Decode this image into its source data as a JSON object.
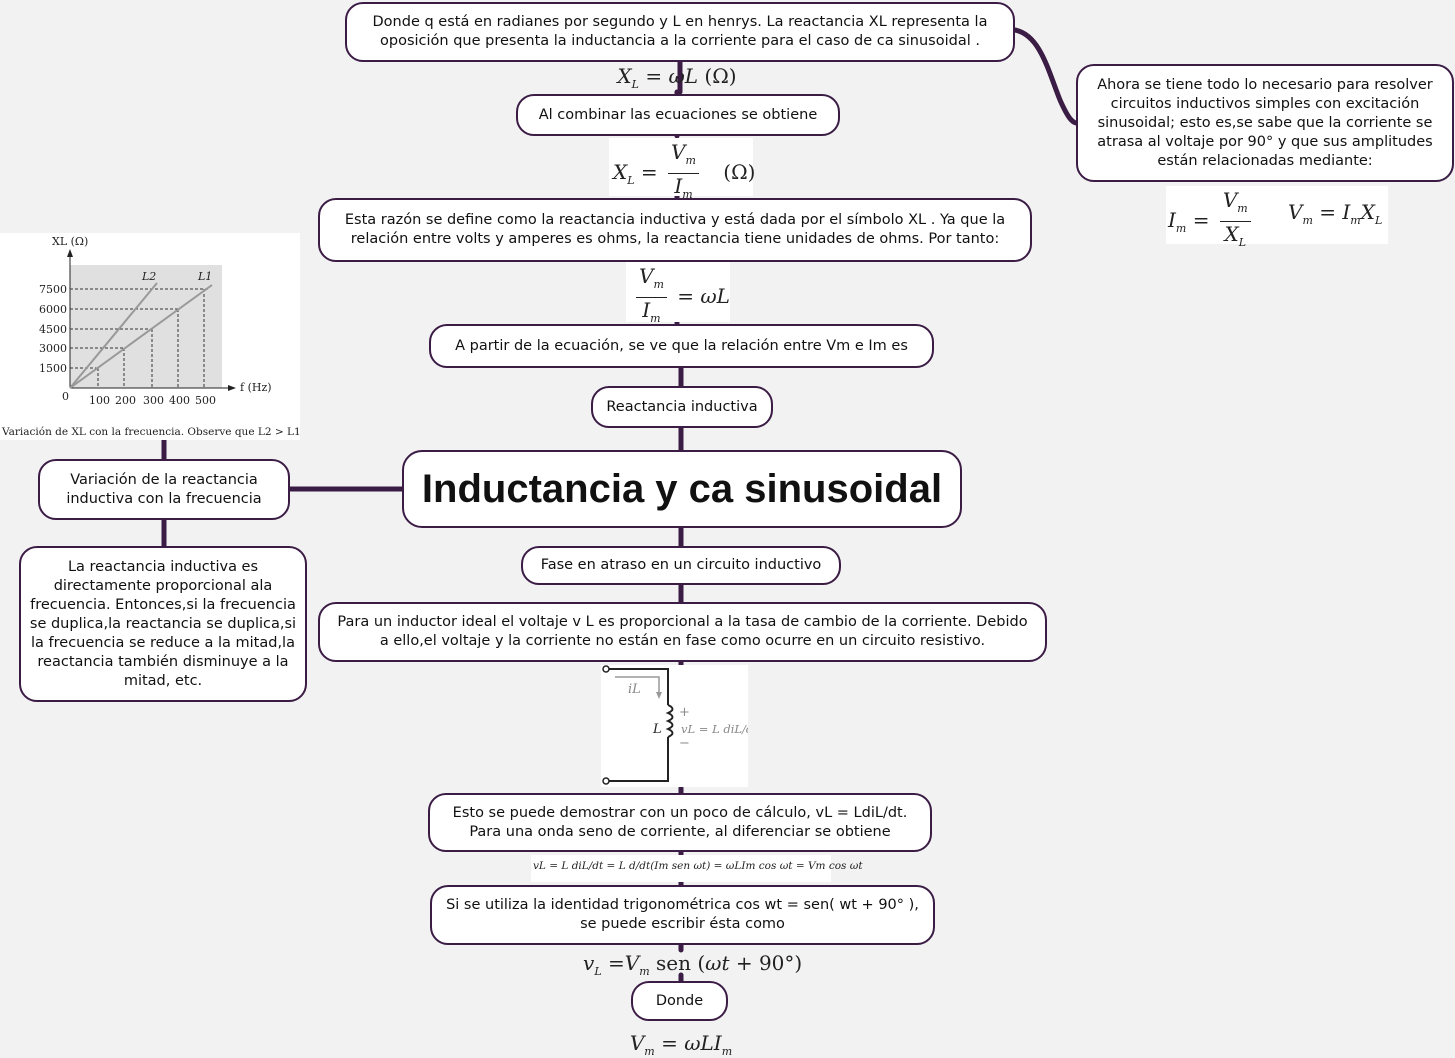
{
  "central": {
    "title": "Inductancia y ca sinusoidal"
  },
  "nodes": {
    "reactancia": "Reactancia inductiva",
    "a_partir": "A partir de la ecuación, se ve que la relación entre Vm e Im es",
    "esta_razon": "Esta razón se define como la reactancia inductiva y está dada por el símbolo XL . Ya que la relación entre volts y amperes es ohms, la reactancia tiene unidades de ohms. Por tanto:",
    "al_combinar": "Al combinar las ecuaciones se obtiene",
    "donde_q": "Donde q está en radianes por segundo y L en henrys. La reactancia XL representa la oposición que presenta la inductancia a la corriente para el caso de ca sinusoidal .",
    "ahora": "Ahora se tiene todo lo necesario para resolver circuitos inductivos simples con excitación sinusoidal; esto es,se sabe que la corriente se atrasa al voltaje por 90° y que sus amplitudes están relacionadas mediante:",
    "variacion": "Variación de la reactancia inductiva con la frecuencia",
    "reactancia_prop": "La reactancia inductiva es directamente proporcional ala frecuencia. Entonces,si la frecuencia se duplica,la reactancia se duplica,si la frecuencia se reduce a la mitad,la reactancia también disminuye a la mitad, etc.",
    "fase": "Fase en atraso en un circuito inductivo",
    "para_un": "Para un inductor ideal el voltaje v L es proporcional a la tasa de cambio de la corriente. Debido a ello,el voltaje y la corriente no están en fase como ocurre en un circuito resistivo.",
    "esto_se": "Esto se puede demostrar con un poco de cálculo, vL = LdiL/dt. Para una onda seno de corriente, al diferenciar se obtiene",
    "si_se": "Si se utiliza la identidad trigonométrica cos wt = sen( wt + 90° ), se puede escribir ésta como",
    "donde": "Donde"
  },
  "formulas": {
    "xl_omega_l": "XL = ωL (Ω)",
    "xl_vm_im": "XL = Vm / Im (Ω)",
    "vm_im_omega": "Vm / Im = ωL",
    "im_vm_xl": "Im = Vm / XL",
    "vm_im_xl": "Vm = ImXL",
    "vl_deriv": "vL = L diL/dt = L d/dt(Im sen ωt) = ωLIm cos ωt = Vm cos ωt",
    "vl_sen": "vL = Vm sen (ωt + 90°)",
    "vm_omega": "Vm = ωLIm"
  },
  "graph": {
    "ylabel": "XL (Ω)",
    "xlabel": "f (Hz)",
    "yticks": [
      "7500",
      "6000",
      "4500",
      "3000",
      "1500"
    ],
    "xticks": [
      "100",
      "200",
      "300",
      "400",
      "500"
    ],
    "origin": "0",
    "l2": "L2",
    "l1": "L1",
    "caption": "Variación de XL con la frecuencia. Observe que L2 > L1."
  },
  "circuit": {
    "il": "iL",
    "l": "L",
    "vl": "vL = L diL/dt",
    "plus": "+",
    "minus": "−"
  },
  "colors": {
    "border": "#3b1c45",
    "connector": "#3b1c45",
    "background": "#f2f2f2"
  }
}
